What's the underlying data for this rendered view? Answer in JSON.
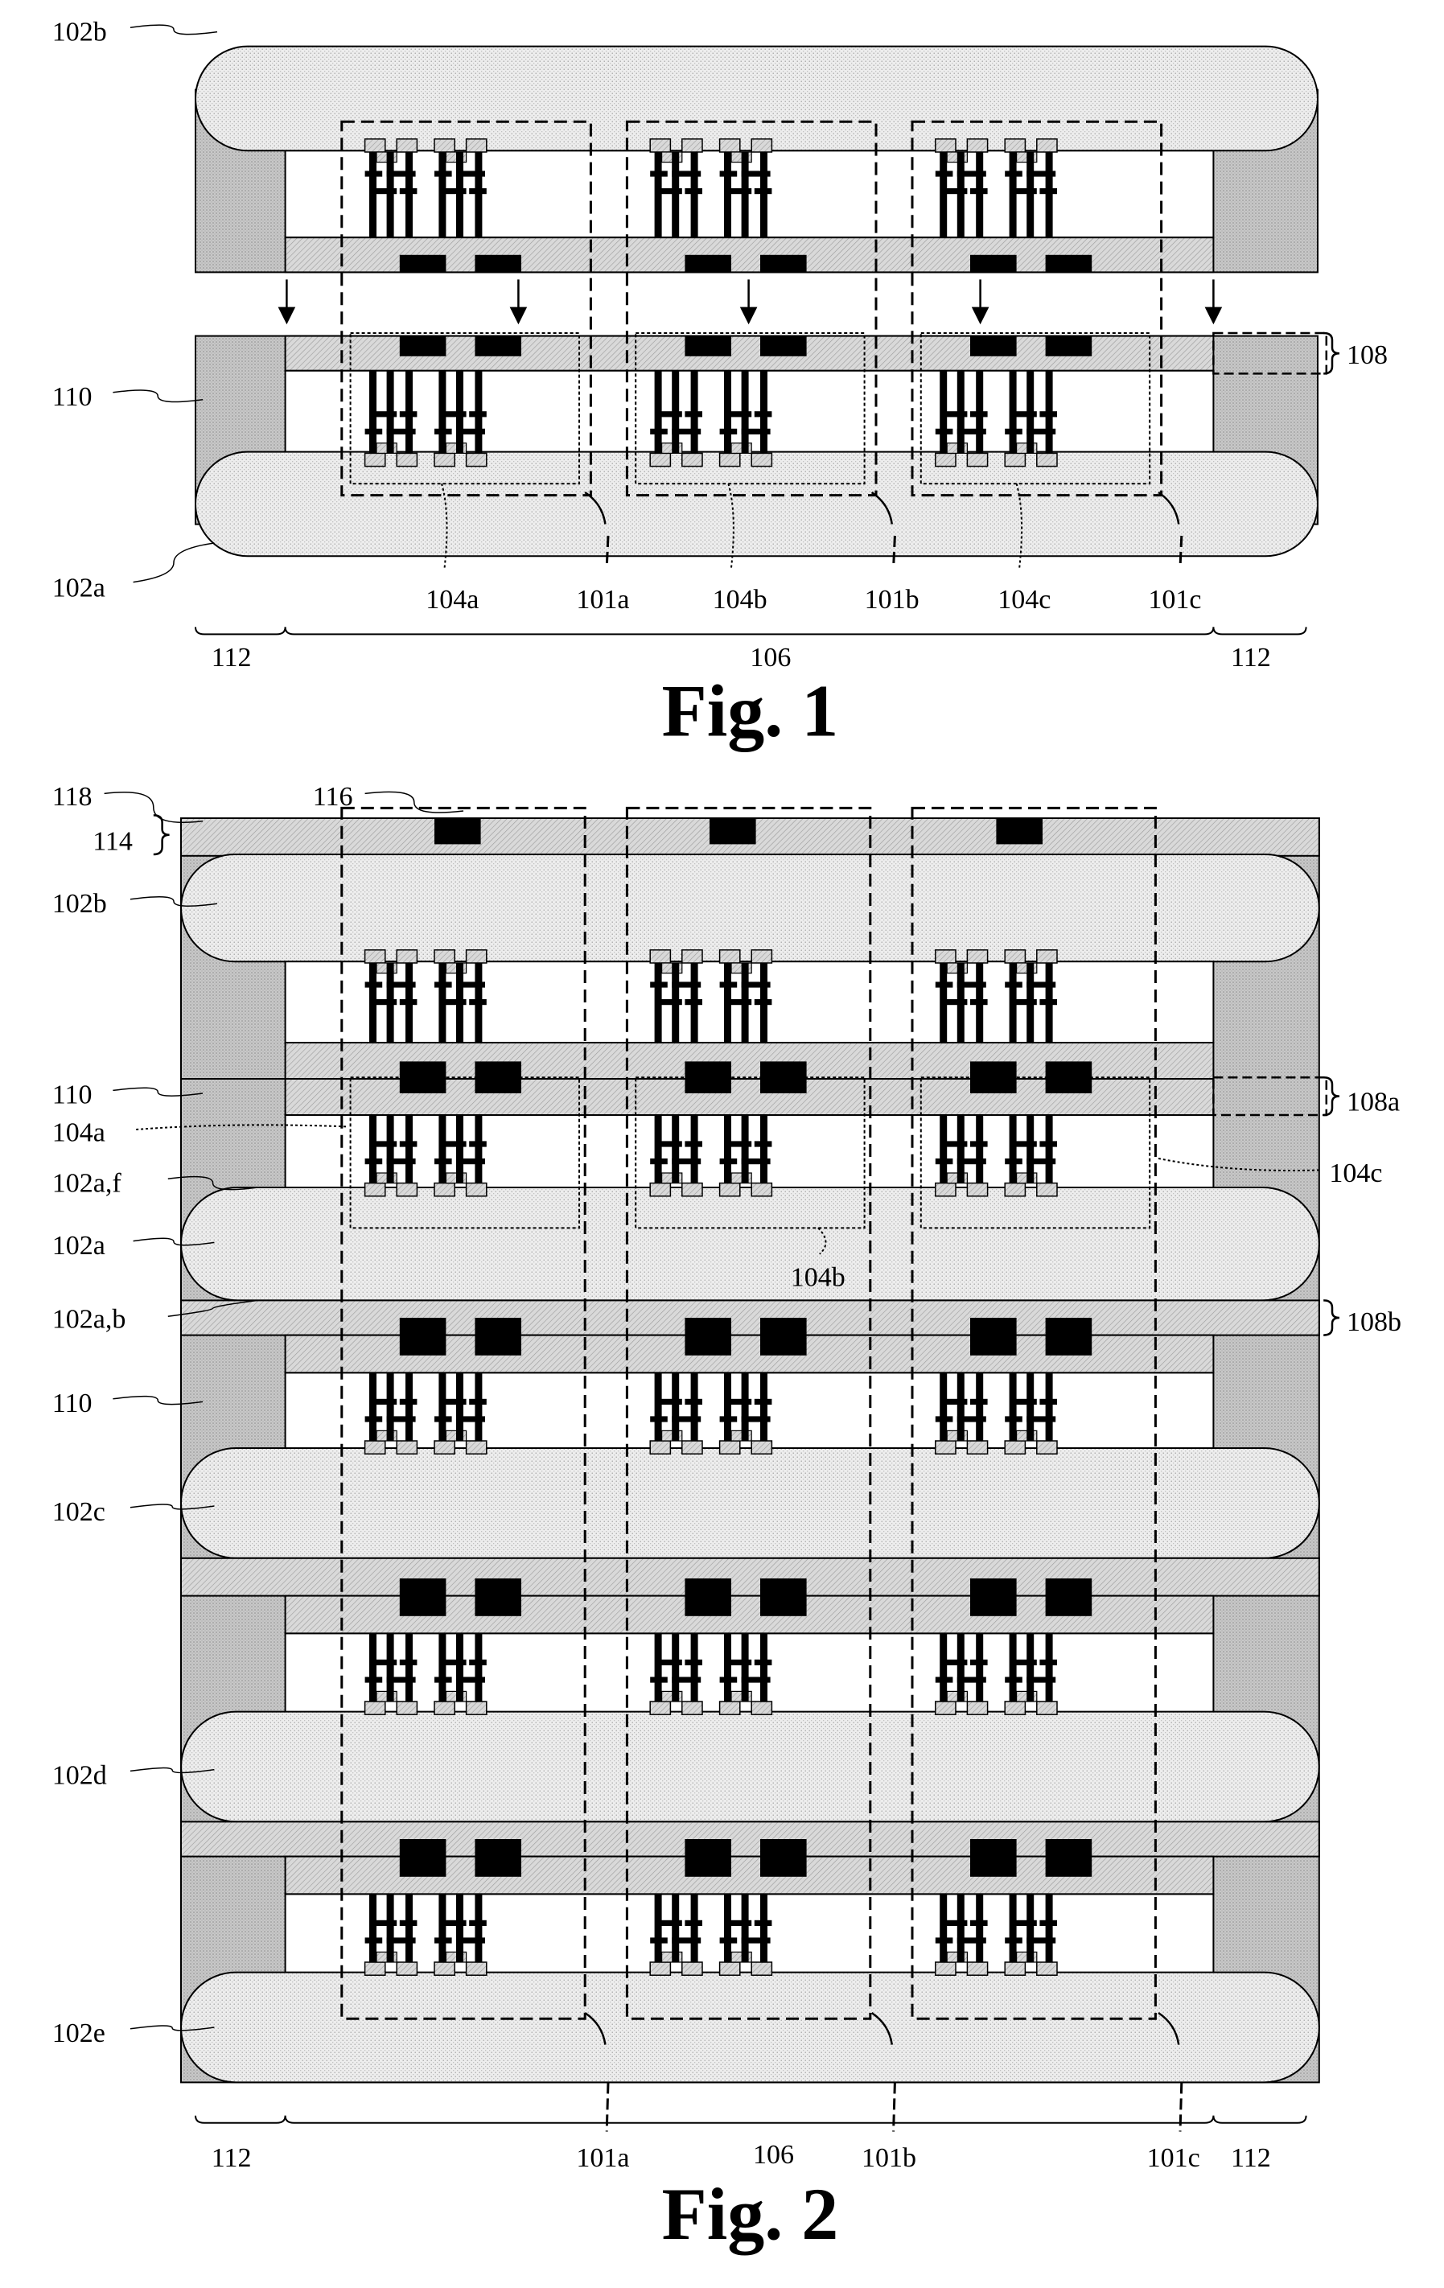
{
  "figures": [
    {
      "caption": "Fig. 1",
      "labels": {
        "top_die": "102b",
        "bottom_die": "102a",
        "fill": "110",
        "bond_layer": "108",
        "region_a": "104a",
        "region_b": "104b",
        "region_c": "104c",
        "cut_a": "101a",
        "cut_b": "101b",
        "cut_c": "101c",
        "edge_left": "112",
        "center": "106",
        "edge_right": "112"
      }
    },
    {
      "caption": "Fig. 2",
      "labels": {
        "top_layer": "118",
        "top_pad": "116",
        "top_stack": "114",
        "die_b": "102b",
        "fill_upper": "110",
        "region_a": "104a",
        "die_a_front": "102a,f",
        "die_a": "102a",
        "die_a_back": "102a,b",
        "fill_lower": "110",
        "die_c": "102c",
        "die_d": "102d",
        "die_e": "102e",
        "bond_a": "108a",
        "region_c": "104c",
        "region_b": "104b",
        "bond_b": "108b",
        "cut_a": "101a",
        "center": "106",
        "cut_b": "101b",
        "cut_c": "101c",
        "edge_left": "112",
        "edge_right": "112"
      }
    }
  ],
  "colors": {
    "die": "#ececec",
    "dielectric": "#d4d4d4",
    "mold": "#c4c4c4",
    "metal": "#000000",
    "line": "#000000"
  },
  "icons": {
    "down_arrow": "arrow-down-icon",
    "brace": "brace-icon"
  }
}
